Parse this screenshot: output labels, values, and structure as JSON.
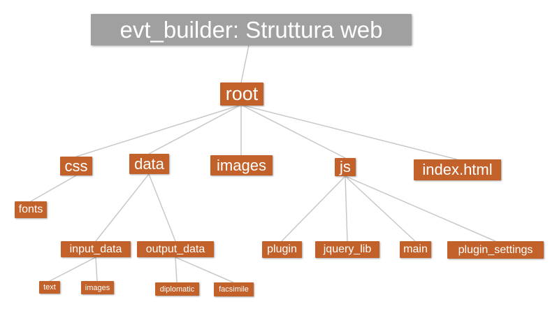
{
  "title": "evt_builder: Struttura web",
  "nodes": {
    "root": "root",
    "css": "css",
    "data": "data",
    "images": "images",
    "js": "js",
    "index_html": "index.html",
    "fonts": "fonts",
    "input_data": "input_data",
    "output_data": "output_data",
    "plugin": "plugin",
    "jquery_lib": "jquery_lib",
    "main": "main",
    "plugin_settings": "plugin_settings",
    "text": "text",
    "images_sub": "images",
    "diplomatic": "diplomatic",
    "facsimile": "facsimile"
  },
  "colors": {
    "node": "#c2612a",
    "title_node": "#a0a0a0",
    "edge": "#c8c8c8",
    "text": "#ffffff"
  }
}
